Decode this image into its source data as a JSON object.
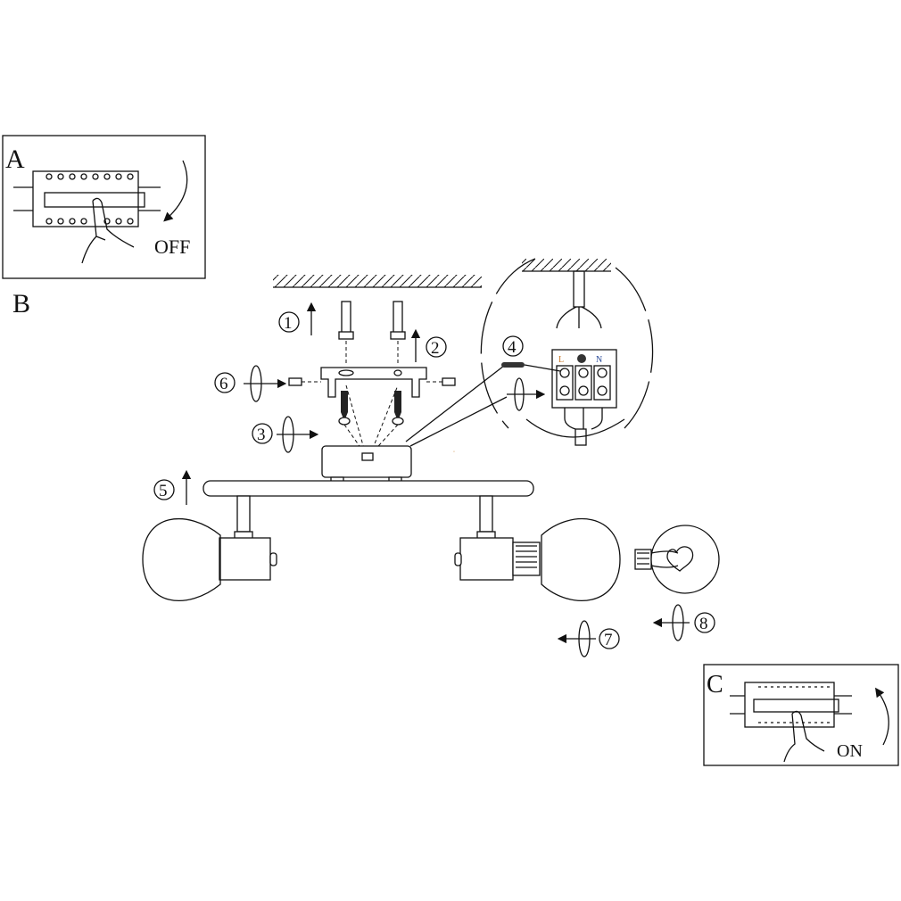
{
  "panels": {
    "a": {
      "letter": "A",
      "caption": "OFF"
    },
    "b": {
      "letter": "B"
    },
    "c": {
      "letter": "C",
      "caption": "ON"
    }
  },
  "steps": [
    "1",
    "2",
    "3",
    "4",
    "5",
    "6",
    "7",
    "8"
  ],
  "terminal_labels": {
    "live": "L",
    "neutral": "N"
  },
  "colors": {
    "line": "#111111",
    "terminal_live": "#c87a2a",
    "terminal_neutral": "#2a4a9a"
  }
}
